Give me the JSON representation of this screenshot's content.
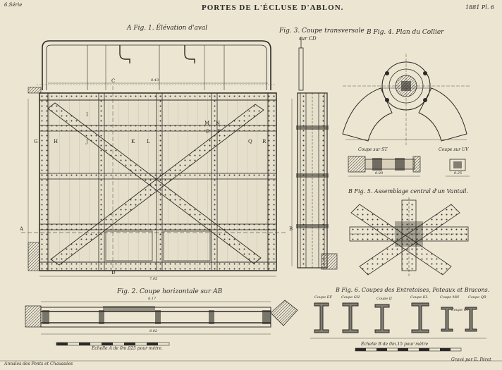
{
  "header": {
    "series": "6.Série",
    "title": "PORTES DE L'ÉCLUSE D'ABLON.",
    "plate": "1881 Pl. 6"
  },
  "figures": {
    "fig1": "A Fig. 1. Élévation d'aval",
    "fig2": "Fig. 2. Coupe horizontale sur AB",
    "fig3_title": "Fig. 3. Coupe transversale",
    "fig3_sub": "sur CD",
    "fig4": "B Fig. 4. Plan du Collier",
    "fig5": "B Fig. 5. Assemblage central d'un Vantail.",
    "fig6": "B Fig. 6. Coupes des Entretoises, Poteaux et Bracons."
  },
  "sections": {
    "st": "Coupe sur ST",
    "uv": "Coupe sur UV",
    "ef": "Coupe EF",
    "gh": "Coupe GH",
    "ij": "Coupe IJ",
    "kl": "Coupe KL",
    "mn": "Coupe MN",
    "op": "Coupe OP",
    "qr": "Coupe QR"
  },
  "scales": {
    "a": "Échelle A de 0m.025 pour mètre.",
    "b": "Échelle B de 0m.15 pour mètre"
  },
  "footer": {
    "left": "Annales des Ponts et Chaussées",
    "right": "Gravé par E. Pérot"
  },
  "letters": {
    "A": "A",
    "B": "B",
    "C": "C",
    "D": "D",
    "G": "G",
    "H": "H",
    "I": "I",
    "J": "J",
    "K": "K",
    "L": "L",
    "M": "M",
    "N": "N",
    "Q": "Q",
    "R": "R",
    "E": "E",
    "F": "F"
  },
  "dims": {
    "d1": "8.43",
    "d2": "7.95",
    "d3": "8.17",
    "d4": "8.02",
    "d5": "0.80",
    "d6": "0.25"
  }
}
